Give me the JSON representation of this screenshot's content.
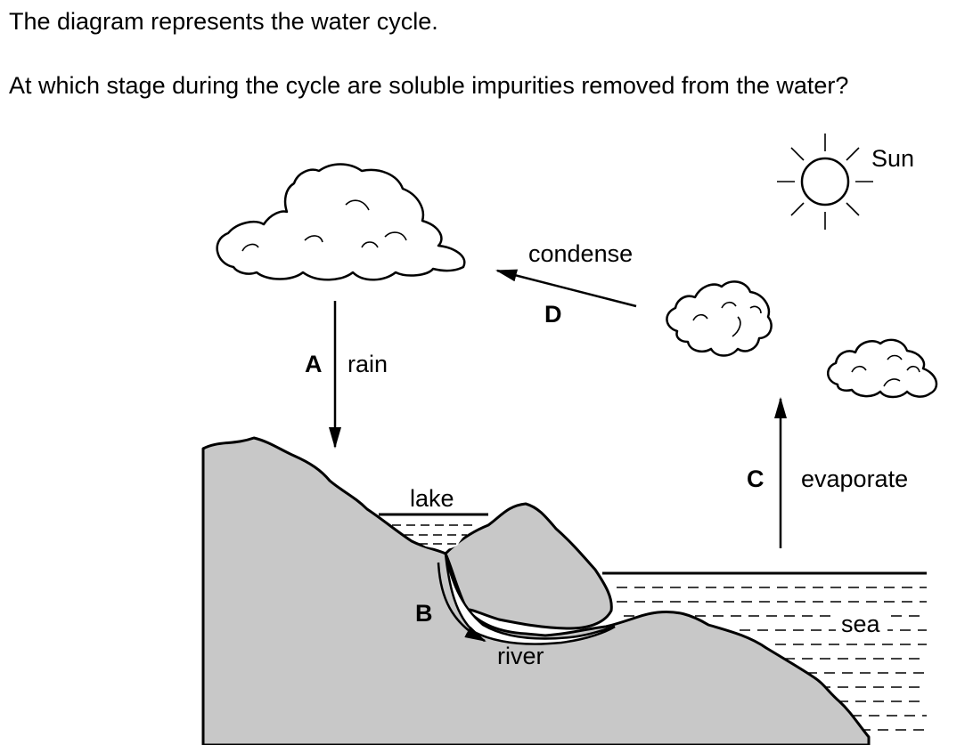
{
  "question": {
    "line1": "The diagram represents the water cycle.",
    "line2": "At which stage during the cycle are soluble impurities removed from the water?"
  },
  "diagram": {
    "labels": {
      "sun": "Sun",
      "condense": "condense",
      "rain": "rain",
      "evaporate": "evaporate",
      "lake": "lake",
      "river": "river",
      "sea": "sea"
    },
    "stages": {
      "a": "A",
      "b": "B",
      "c": "C",
      "d": "D"
    },
    "colors": {
      "land": "#c8c8c8",
      "line": "#000000",
      "background": "#ffffff"
    }
  }
}
